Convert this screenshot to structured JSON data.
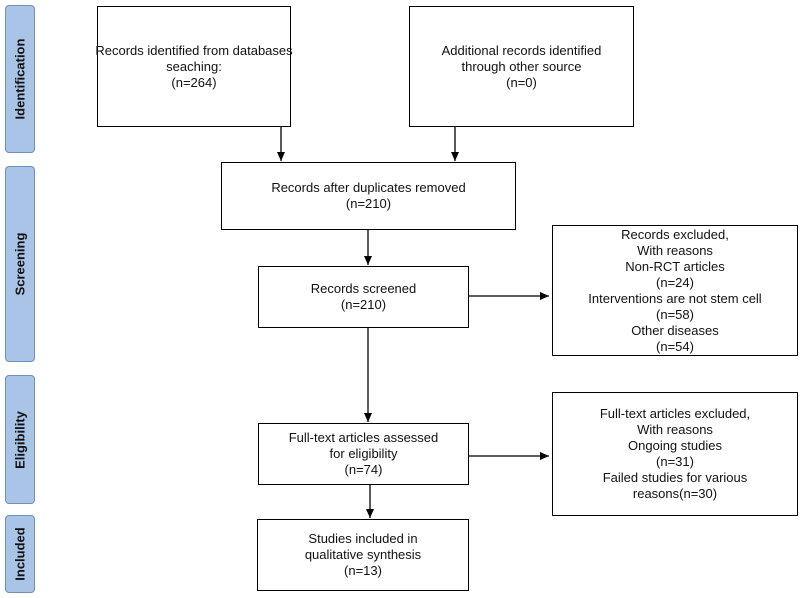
{
  "phases": {
    "identification": "Identification",
    "screening": "Screening",
    "eligibility": "Eligibility",
    "included": "Included"
  },
  "boxes": {
    "db_records": [
      "Records identified from databases",
      "seaching:",
      "(n=264)"
    ],
    "other_records": [
      "Additional records identified",
      "through other source",
      "(n=0)"
    ],
    "after_duplicates": [
      "Records after duplicates removed",
      "(n=210)"
    ],
    "screened": [
      "Records screened",
      "(n=210)"
    ],
    "excluded_screen": [
      "Records excluded,",
      "With reasons",
      "Non-RCT articles",
      "(n=24)",
      "Interventions are not stem cell",
      "(n=58)",
      "Other diseases",
      "(n=54)"
    ],
    "fulltext": [
      "Full-text articles assessed",
      "for eligibility",
      "(n=74)"
    ],
    "excluded_full": [
      "Full-text articles excluded,",
      "With reasons",
      "Ongoing studies",
      "(n=31)",
      "Failed studies for various",
      "reasons(n=30)"
    ],
    "included": [
      "Studies included in",
      "qualitative synthesis",
      "(n=13)"
    ]
  }
}
